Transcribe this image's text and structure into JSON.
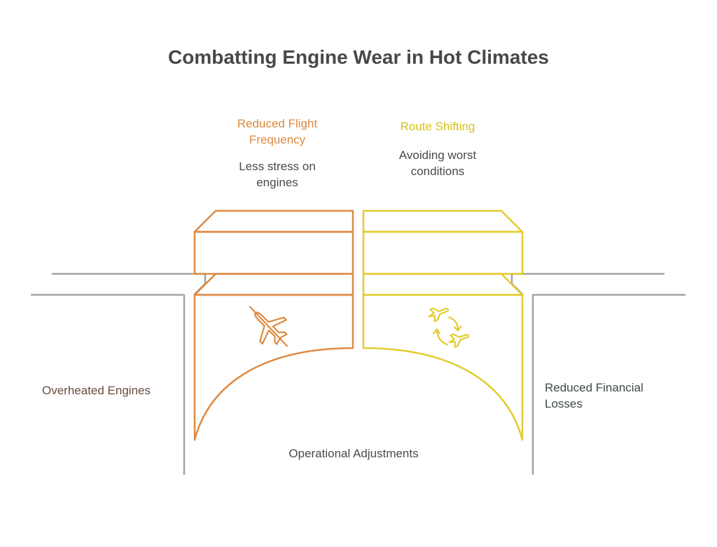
{
  "title": "Combatting Engine Wear in Hot Climates",
  "colors": {
    "orange": "#dd8a42",
    "yellow": "#e2cc2e",
    "gray": "#a3a3a3",
    "left_text": "#6b4a3e",
    "right_text": "#3e4a44"
  },
  "left_block": {
    "title": "Reduced Flight\nFrequency",
    "description": "Less stress on\nengines",
    "icon": "no-flight-icon"
  },
  "right_block": {
    "title": "Route Shifting",
    "description": "Avoiding worst\nconditions",
    "icon": "route-shifting-icon"
  },
  "side_left_label": "Overheated Engines",
  "side_right_label": "Reduced Financial\nLosses",
  "bottom_label": "Operational Adjustments"
}
